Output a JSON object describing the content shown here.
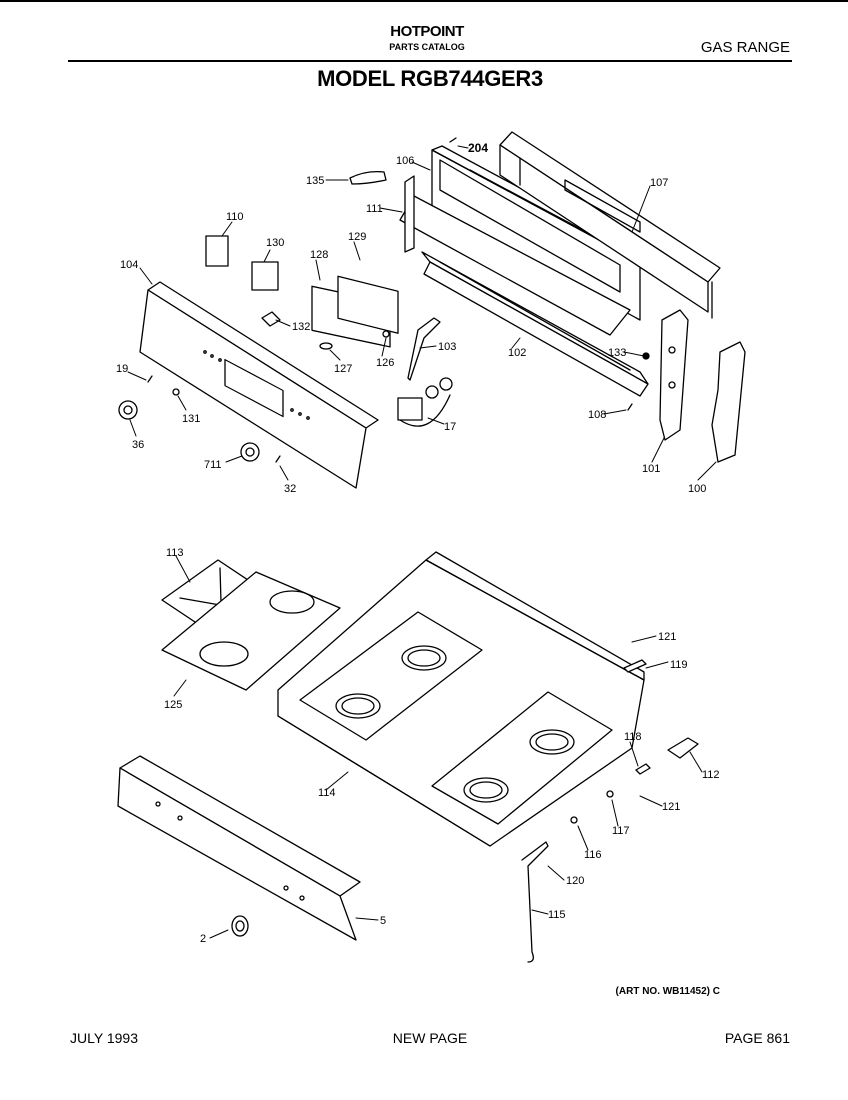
{
  "header": {
    "brand": "HOTPOINT",
    "subtitle": "PARTS CATALOG",
    "category": "GAS RANGE",
    "model": "MODEL RGB744GER3"
  },
  "diagram": {
    "art_number": "(ART NO. WB11452) C",
    "callouts": {
      "c204": "204",
      "c106": "106",
      "c107": "107",
      "c135": "135",
      "c111": "111",
      "c110": "110",
      "c130": "130",
      "c128": "128",
      "c129": "129",
      "c104": "104",
      "c132": "132",
      "c127": "127",
      "c126": "126",
      "c103": "103",
      "c102": "102",
      "c133": "133",
      "c19": "19",
      "c131": "131",
      "c36": "36",
      "c108": "108",
      "c17": "17",
      "c711": "711",
      "c32": "32",
      "c101": "101",
      "c100": "100",
      "c113": "113",
      "c125": "125",
      "c121a": "121",
      "c119": "119",
      "c118": "118",
      "c112": "112",
      "c114": "114",
      "c121b": "121",
      "c117": "117",
      "c116": "116",
      "c120": "120",
      "c115": "115",
      "c5": "5",
      "c2": "2"
    }
  },
  "footer": {
    "date": "JULY 1993",
    "note": "NEW PAGE",
    "page": "PAGE 861"
  }
}
